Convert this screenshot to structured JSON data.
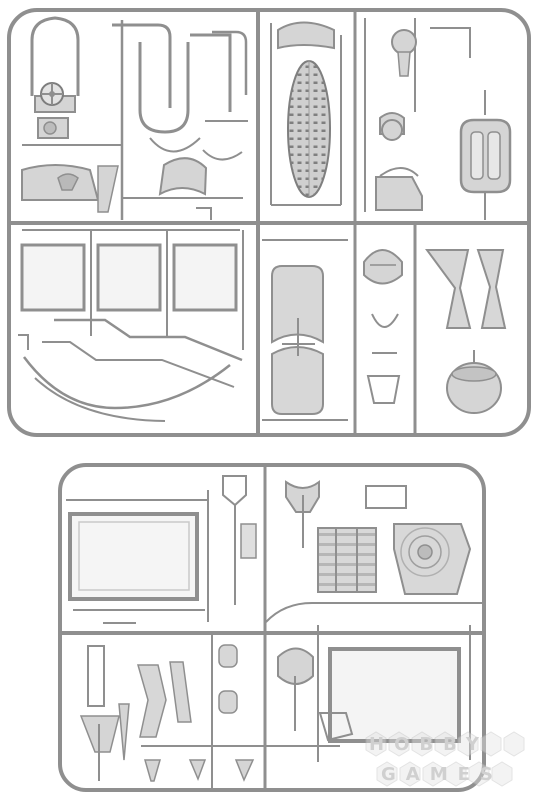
{
  "image": {
    "kind": "model-kit-sprue-diagram",
    "colors": {
      "background": "#ffffff",
      "sprue": "#8f8f8f",
      "sprue_dark": "#6f6f6f",
      "part_fill": "#d5d5d5",
      "part_shade": "#b8b8b8",
      "accent": "#9a9a9a"
    }
  },
  "watermark": {
    "line1": "HOBBY",
    "line2": "GAMES",
    "icon": "hexagon-logo-icon"
  }
}
